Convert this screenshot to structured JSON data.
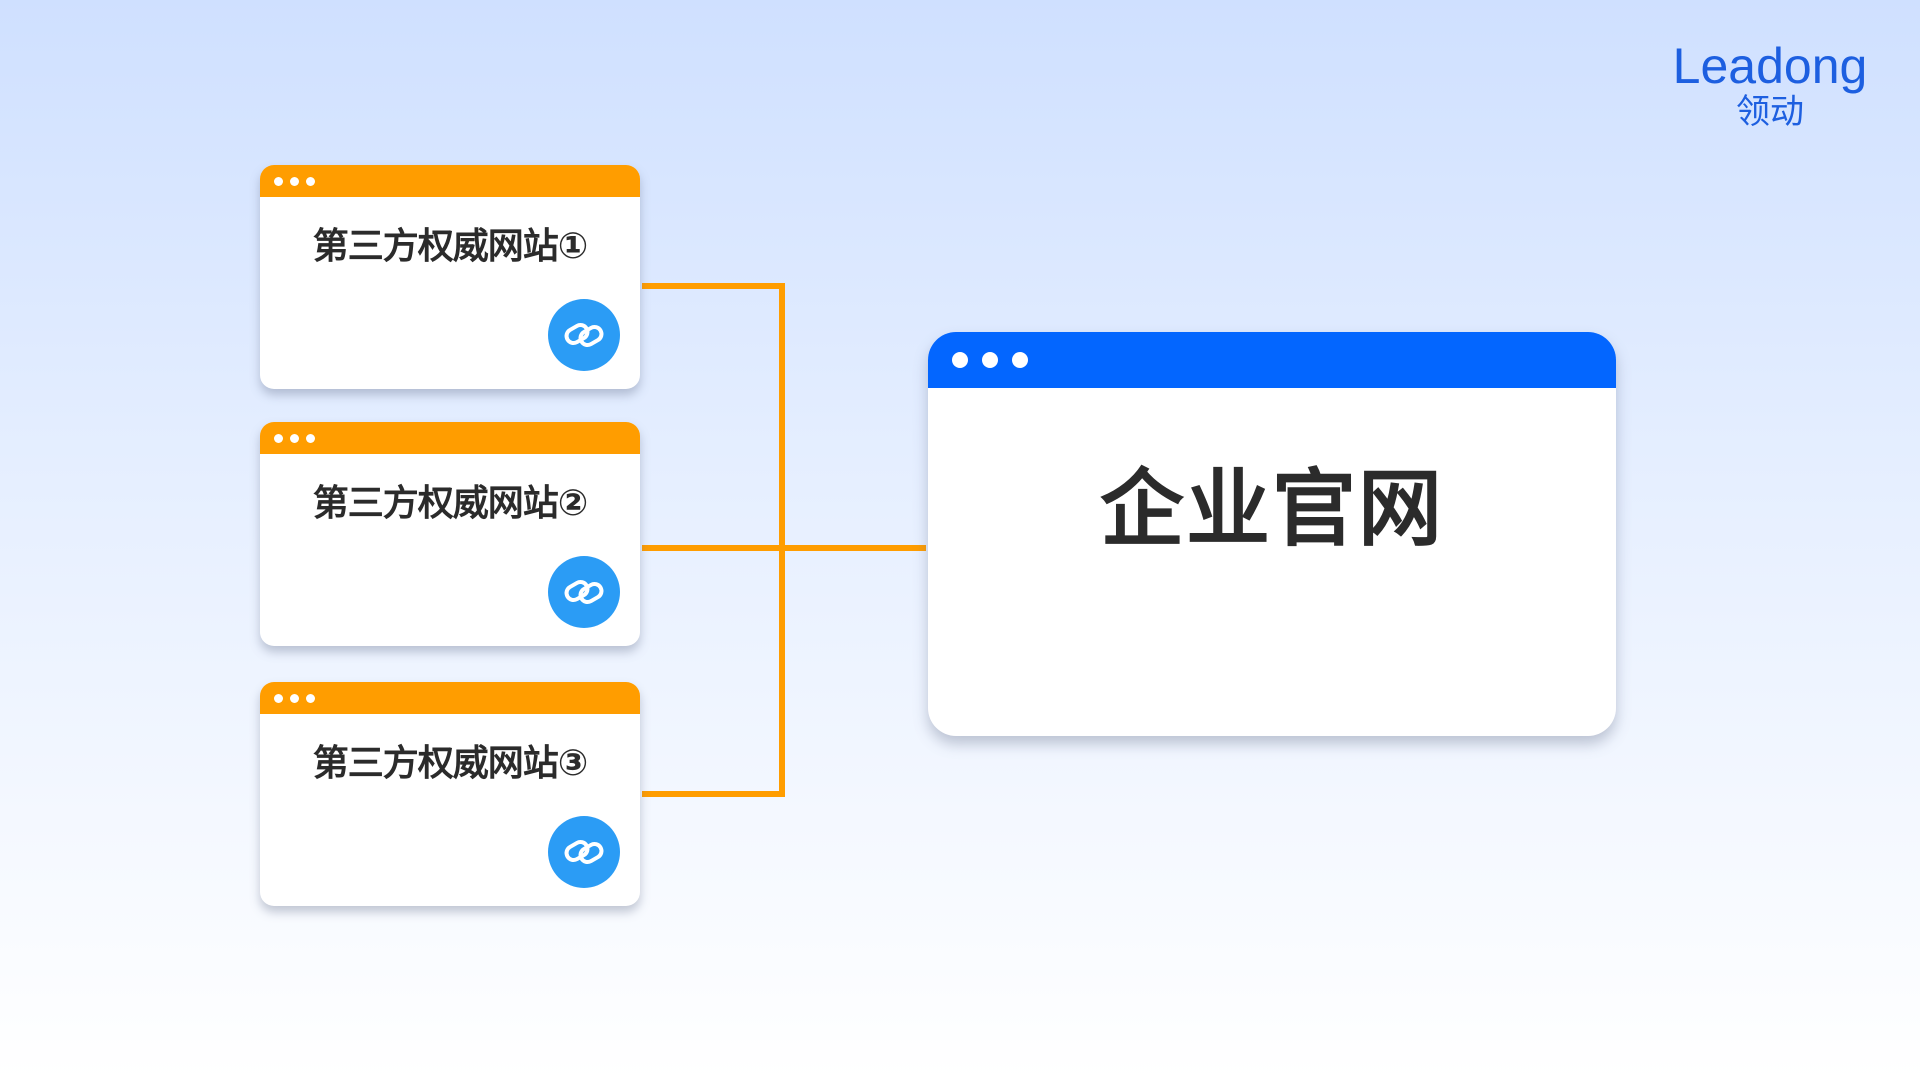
{
  "logo": {
    "en": "Leadong",
    "cn": "领动",
    "color": "#1d5fe0"
  },
  "colors": {
    "connector": "#ff9d00",
    "card_header": "#ff9d00",
    "main_header": "#0366ff",
    "link_button": "#2b9cf5"
  },
  "sources": [
    {
      "title": "第三方权威网站①",
      "icon": "link-icon"
    },
    {
      "title": "第三方权威网站②",
      "icon": "link-icon"
    },
    {
      "title": "第三方权威网站③",
      "icon": "link-icon"
    }
  ],
  "target": {
    "title": "企业官网"
  }
}
